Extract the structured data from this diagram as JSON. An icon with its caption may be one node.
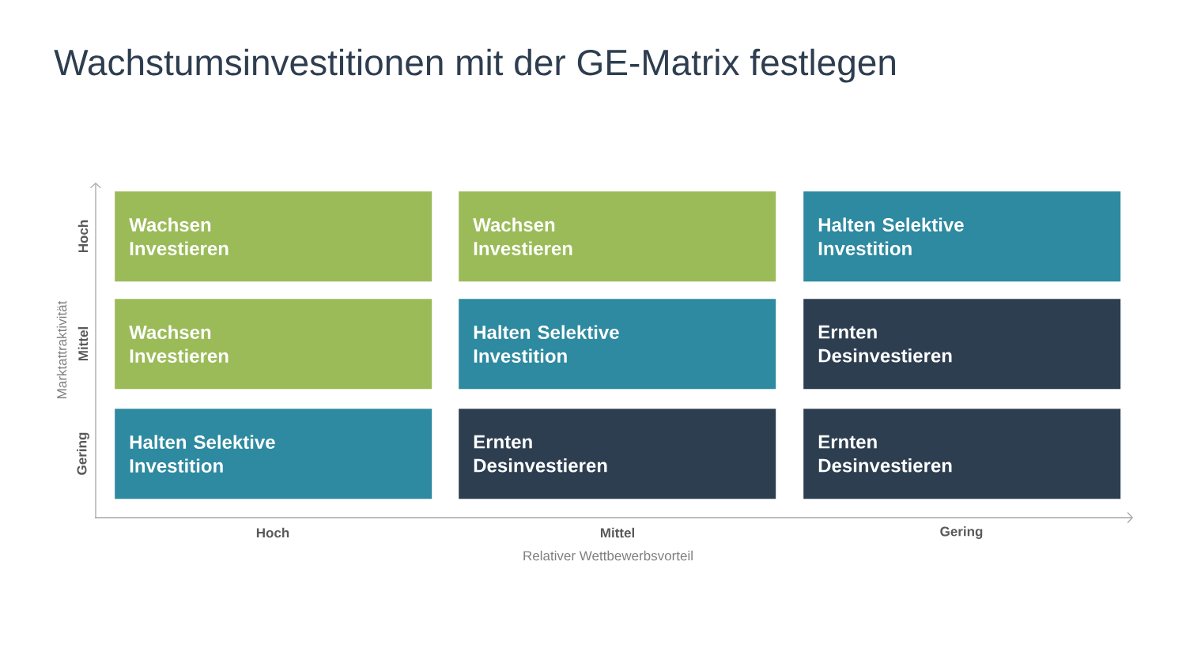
{
  "diagram": {
    "title": "Wachstumsinvestitionen mit der GE-Matrix festlegen",
    "nodes": [
      {
        "text": [
          "Wachsen Investieren"
        ]
      },
      {
        "text": [
          "Wachsen Investieren"
        ]
      },
      {
        "text": [
          "Halten Selektive Investition"
        ]
      },
      {
        "text": [
          "Wachsen Investieren"
        ]
      },
      {
        "text": [
          "Halten Selektive Investition"
        ]
      },
      {
        "text": [
          "Ernten Desinvestieren"
        ]
      },
      {
        "text": [
          "Halten Selektive Investition"
        ]
      },
      {
        "text": [
          "Ernten Desinvestieren"
        ]
      },
      {
        "text": [
          "Ernten Desinvestieren"
        ]
      }
    ],
    "labels": [
      "Marktattraktivität",
      "Hoch",
      "Mittel",
      "Gering",
      "Hoch",
      "Mittel",
      "Gering",
      "Relativer Wettbewerbsvorteil"
    ]
  }
}
